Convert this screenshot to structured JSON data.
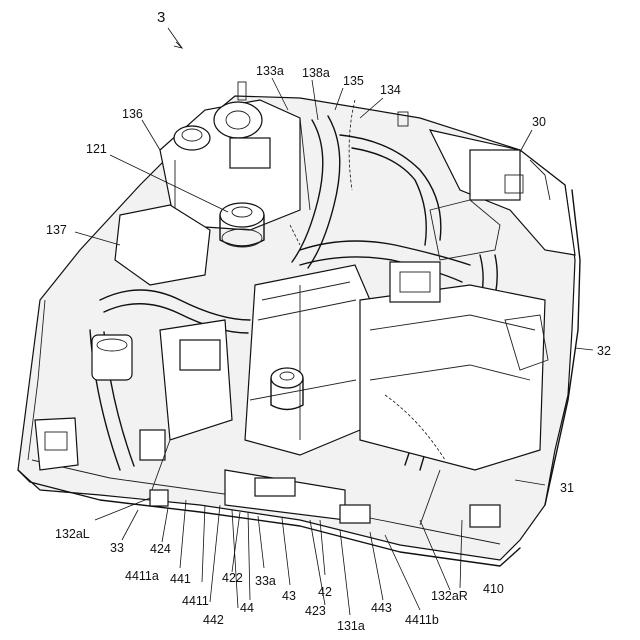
{
  "figure": {
    "number": "3"
  },
  "labels": [
    "133a",
    "138a",
    "135",
    "134",
    "136",
    "30",
    "121",
    "137",
    "32",
    "31",
    "132aL",
    "33",
    "424",
    "4411a",
    "441",
    "4411",
    "442",
    "422",
    "33a",
    "44",
    "43",
    "423",
    "42",
    "131a",
    "443",
    "4411b",
    "132aR",
    "410"
  ]
}
